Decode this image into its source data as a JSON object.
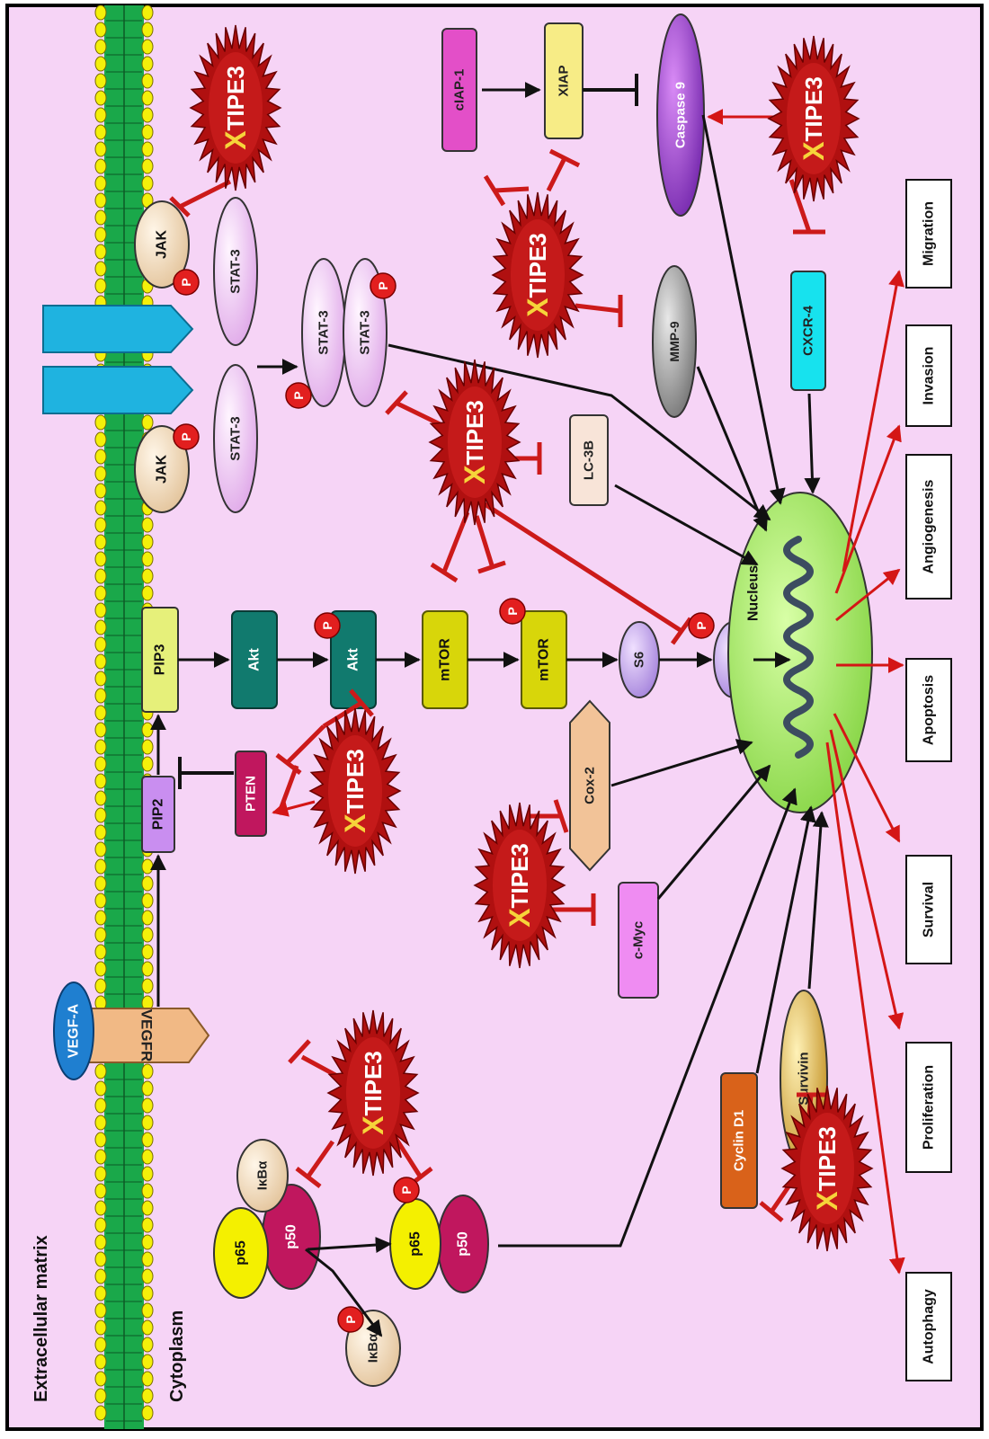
{
  "regions": {
    "extracellular": "Extracellular matrix",
    "cytoplasm": "Cytoplasm"
  },
  "molecules": {
    "vegfa": "VEGF-A",
    "vegfr": "VEGFR",
    "pip2": "PIP2",
    "pip3": "PIP3",
    "pten": "PTEN",
    "akt": "Akt",
    "mtor": "mTOR",
    "s6": "S6",
    "jak": "JAK",
    "stat3": "STAT-3",
    "phospho": "P",
    "ciap1": "cIAP-1",
    "xiap": "XIAP",
    "caspase9": "Caspase 9",
    "lc3b": "LC-3B",
    "mmp9": "MMP-9",
    "cxcr4": "CXCR-4",
    "cox2": "Cox-2",
    "cmyc": "c-Myc",
    "p65": "p65",
    "p50": "p50",
    "ikba": "IκBα",
    "cyclind1": "Cyclin D1",
    "survivin": "Survivin",
    "nucleus": "Nucleus"
  },
  "inhibitor": {
    "mark": "X",
    "name": "TIPE3"
  },
  "outcomes": [
    "Autophagy",
    "Proliferation",
    "Survival",
    "Apoptosis",
    "Angiogenesis",
    "Invasion",
    "Migration"
  ],
  "colors": {
    "background": "#f6d4f6",
    "membrane": "#1aa84a",
    "membrane_heads": "#f4f00a",
    "receptor": "#1fb3e0",
    "inhibit_red": "#cc1a1a",
    "burst_red": "#b01010",
    "nucleus": "#9fe34c",
    "akt": "#117a6e",
    "mtor": "#d8d60a",
    "pten": "#c0175e"
  }
}
